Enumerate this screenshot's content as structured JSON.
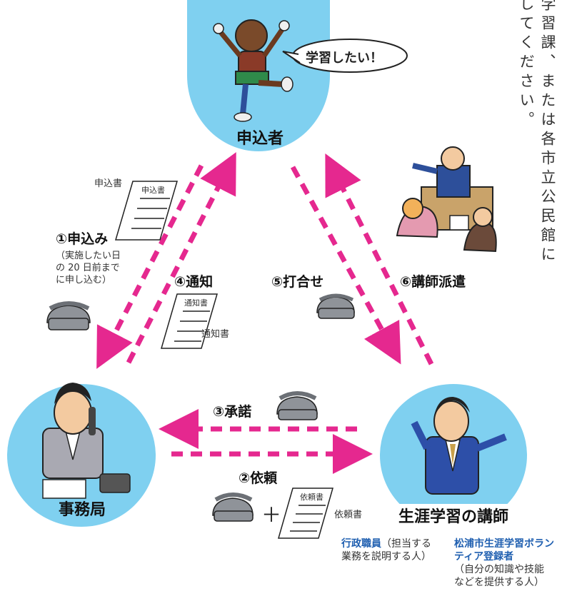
{
  "side_text": [
    "学習課、または各市立公民館に",
    "してください。"
  ],
  "nodes": {
    "applicant": "申込者",
    "office": "事務局",
    "instructor": "生涯学習の講師"
  },
  "speech_bubble": "学習したい！",
  "steps": {
    "s1": "①申込み",
    "s1_note": [
      "（実施したい日",
      "の 20 日前まで",
      "に申し込む）"
    ],
    "s2": "②依頼",
    "s3": "③承諾",
    "s4": "④通知",
    "s5": "⑤打合せ",
    "s6": "⑥講師派遣"
  },
  "documents": {
    "application_label": "申込書",
    "application_doc_title": "申込書",
    "notice_label": "通知書",
    "notice_doc_title": "通知書",
    "request_label": "依頼書",
    "request_doc_title": "依頼書",
    "plus": "＋"
  },
  "instructor_types": {
    "type1_title": "行政職員",
    "type1_desc1": "（担当する",
    "type1_desc2": "業務を説明する人）",
    "type2_title1": "松浦市生涯学習ボラン",
    "type2_title2": "ティア登録者",
    "type2_desc1": "（自分の知識や技能",
    "type2_desc2": "などを提供する人）"
  },
  "colors": {
    "arrow": "#e5288f",
    "circle": "#7fd0f0",
    "blue_text": "#1f5fb0"
  }
}
